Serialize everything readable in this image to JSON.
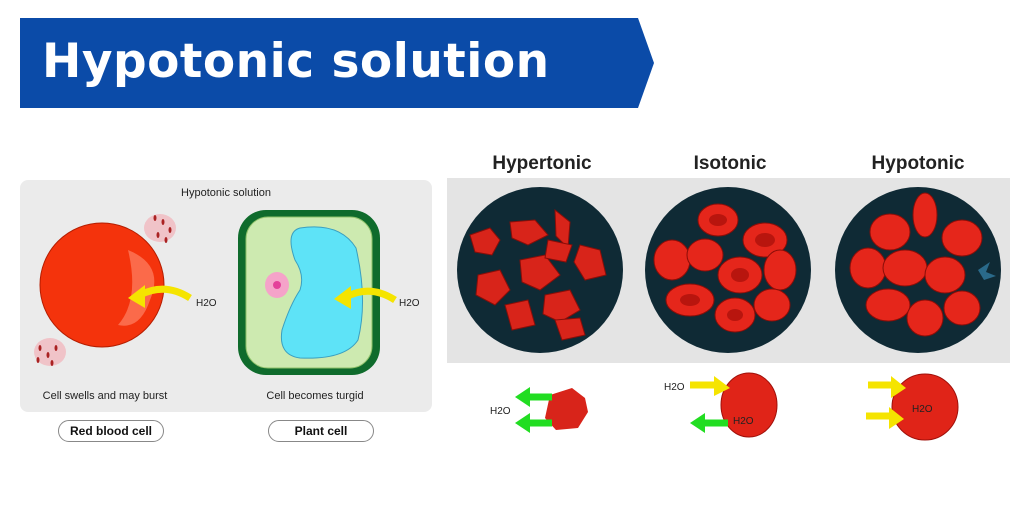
{
  "title": "Hypotonic solution",
  "left_panel": {
    "heading": "Hypotonic solution",
    "rbc_caption": "Cell swells and may burst",
    "plant_caption": "Cell becomes turgid",
    "rbc_label": "Red blood cell",
    "plant_label": "Plant cell",
    "water_label": "H2O"
  },
  "right_panel": {
    "headings": [
      "Hypertonic",
      "Isotonic",
      "Hypotonic"
    ]
  },
  "colors": {
    "banner": "#0b4ba8",
    "cell_red": "#e31c14",
    "water_in": "#f5e400",
    "water_out": "#22dd22",
    "vacuole": "#5ee3f7",
    "cell_wall": "#0f6b2c"
  }
}
